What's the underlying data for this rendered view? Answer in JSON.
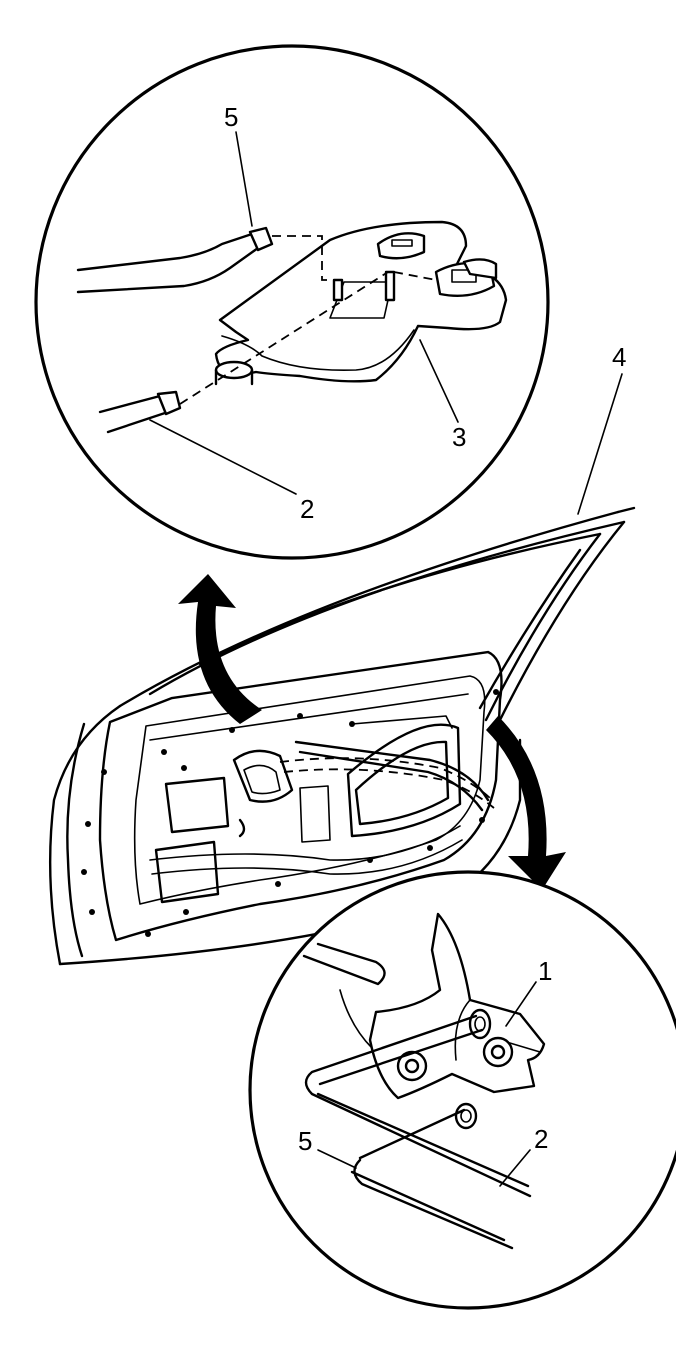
{
  "callouts": {
    "top_5": "5",
    "top_3": "3",
    "top_2": "2",
    "door_4": "4",
    "bottom_1": "1",
    "bottom_2": "2",
    "bottom_5": "5"
  },
  "icons": [
    "rotate-up-arrow-icon",
    "rotate-down-arrow-icon"
  ]
}
